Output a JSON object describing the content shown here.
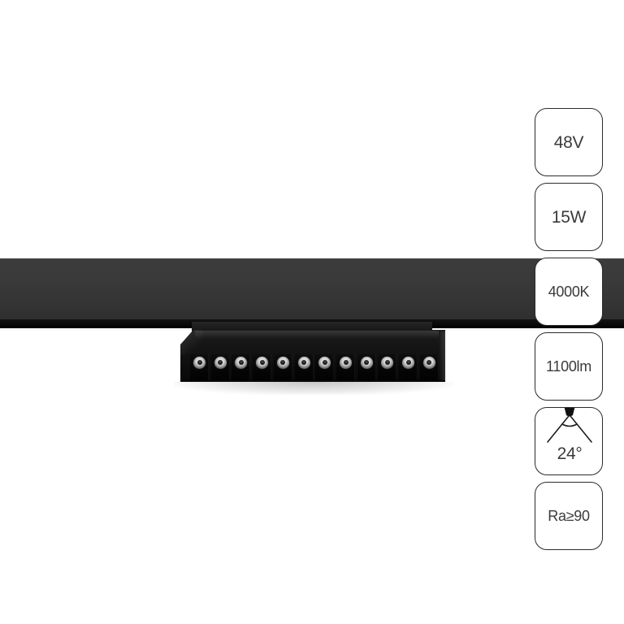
{
  "product": {
    "type": "magnetic-track-luminaire",
    "background_color": "#ffffff",
    "track": {
      "name": "magnetic track rail",
      "face_color": "#3a3a3a",
      "lip_color": "#0a0a0a"
    },
    "fixture": {
      "name": "linear LED track head",
      "body_color": "#121212",
      "led_count": 12,
      "reflector_color": "#d8d8d8"
    }
  },
  "badges": [
    {
      "id": "voltage",
      "label": "48V",
      "icon": "none"
    },
    {
      "id": "power",
      "label": "15W",
      "icon": "none"
    },
    {
      "id": "color-temp",
      "label": "4000K",
      "icon": "none"
    },
    {
      "id": "luminous-flux",
      "label": "1100lm",
      "icon": "none"
    },
    {
      "id": "beam-angle",
      "label": "24°",
      "icon": "beam-angle-icon"
    },
    {
      "id": "color-rendering",
      "label": "Ra≥90",
      "icon": "none"
    }
  ],
  "colors": {
    "badge_border": "#2b2b2b",
    "badge_fill": "#ffffff",
    "badge_text": "#3b3b3b"
  }
}
